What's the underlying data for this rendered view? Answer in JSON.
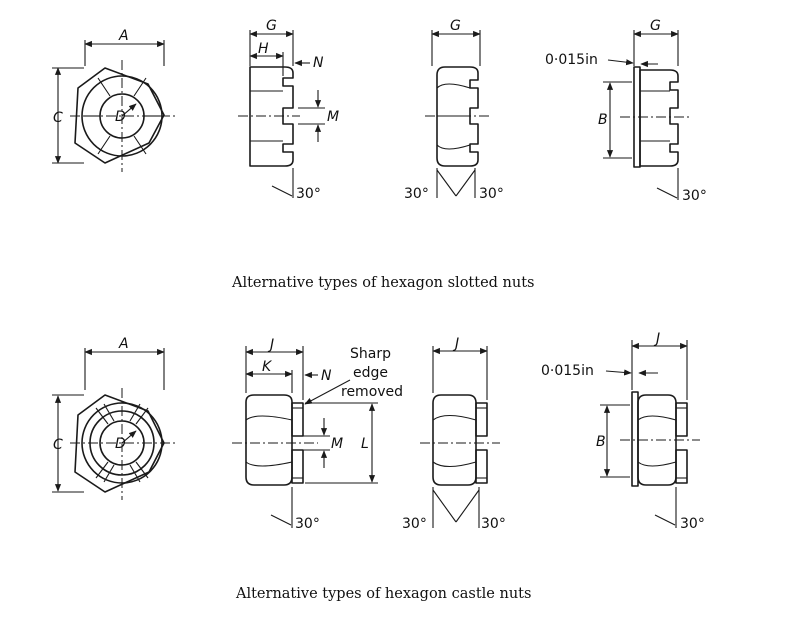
{
  "slotted": {
    "caption": "Alternative types of hexagon slotted nuts",
    "front_labels": {
      "A": "A",
      "C": "C",
      "D": "D"
    },
    "side1_labels": {
      "G": "G",
      "H": "H",
      "N": "N",
      "M": "M",
      "angle": "30°"
    },
    "side2_labels": {
      "G": "G",
      "angle_left": "30°",
      "angle_right": "30°"
    },
    "side3_labels": {
      "clearance": "0·015in",
      "G": "G",
      "B": "B",
      "angle": "30°"
    }
  },
  "castle": {
    "caption": "Alternative types of hexagon castle nuts",
    "front_labels": {
      "A": "A",
      "C": "C",
      "D": "D"
    },
    "side1_labels": {
      "J": "J",
      "K": "K",
      "N": "N",
      "M": "M",
      "L": "L",
      "angle": "30°",
      "note_line1": "Sharp",
      "note_line2": "edge",
      "note_line3": "removed"
    },
    "side2_labels": {
      "J": "J",
      "angle_left": "30°",
      "angle_right": "30°"
    },
    "side3_labels": {
      "clearance": "0·015in",
      "J": "J",
      "B": "B",
      "angle": "30°"
    }
  }
}
